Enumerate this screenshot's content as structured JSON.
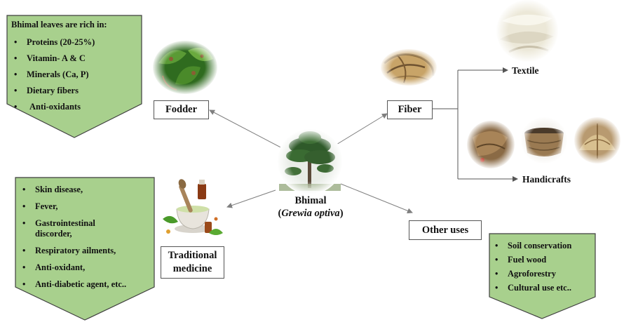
{
  "center": {
    "name": "Bhimal",
    "scientific_name": "Grewia optiva"
  },
  "fodder": {
    "label": "Fodder",
    "panel_title": "Bhimal leaves are rich in:",
    "items": [
      "Proteins (20-25%)",
      "Vitamin- A & C",
      "Minerals (Ca, P)",
      "Dietary fibers",
      "Anti-oxidants"
    ]
  },
  "fiber": {
    "label": "Fiber",
    "textile_label": "Textile",
    "handicrafts_label": "Handicrafts"
  },
  "medicine": {
    "label_line1": "Traditional",
    "label_line2": "medicine",
    "items": [
      "Skin disease,",
      "Fever,",
      "Gastrointestinal\ndiscorder,",
      "Respiratory ailments,",
      "Anti-oxidant,",
      "Anti-diabetic agent, etc.."
    ]
  },
  "other": {
    "label": "Other uses",
    "items": [
      "Soil conservation",
      "Fuel wood",
      "Agroforestry",
      "Cultural use etc.."
    ]
  },
  "colors": {
    "panel_fill": "#a8d08d",
    "panel_border": "#3f3f3f",
    "arrow": "#7f7f7f",
    "box_border": "#555555"
  }
}
